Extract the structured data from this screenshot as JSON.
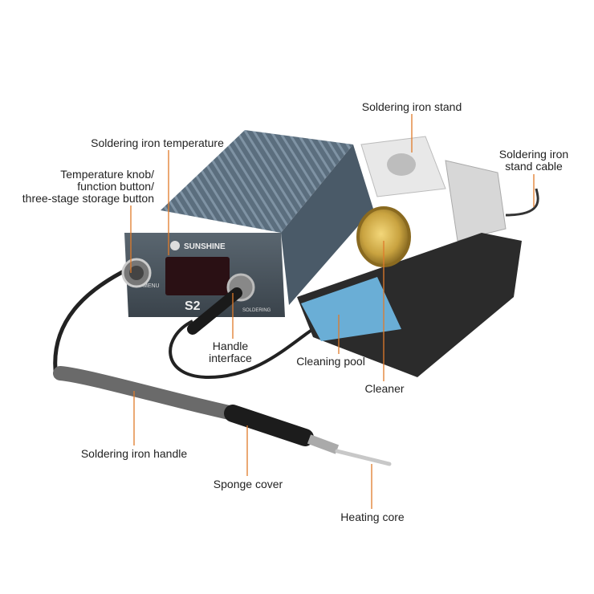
{
  "brand": "SUNSHINE",
  "model": "S2",
  "port_label": "SOLDERING",
  "knob_label": "MENU",
  "accent_color": "#e07b2a",
  "labels": {
    "stand": "Soldering iron stand",
    "stand_cable_1": "Soldering iron",
    "stand_cable_2": "stand cable",
    "temperature": "Soldering iron temperature",
    "knob_1": "Temperature knob/",
    "knob_2": "function button/",
    "knob_3": "three-stage storage button",
    "handle_interface_1": "Handle",
    "handle_interface_2": "interface",
    "cleaning_pool": "Cleaning pool",
    "cleaner": "Cleaner",
    "handle": "Soldering iron handle",
    "sponge_cover": "Sponge cover",
    "heating_core": "Heating core"
  }
}
